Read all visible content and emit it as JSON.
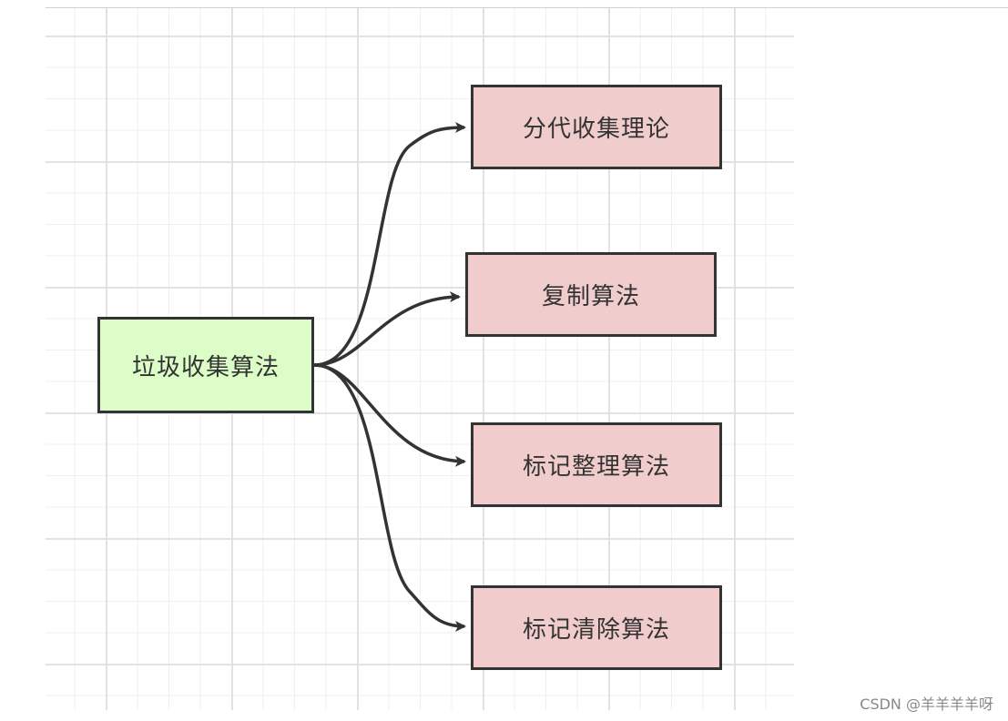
{
  "diagram": {
    "root": {
      "label": "垃圾收集算法",
      "fill": "#dcfdc8"
    },
    "children": [
      {
        "label": "分代收集理论",
        "fill": "#f0cccc"
      },
      {
        "label": "复制算法",
        "fill": "#f0cccc"
      },
      {
        "label": "标记整理算法",
        "fill": "#f0cccc"
      },
      {
        "label": "标记清除算法",
        "fill": "#f0cccc"
      }
    ],
    "edge_color": "#333333",
    "grid": true
  },
  "watermark": "CSDN @羊羊羊羊呀"
}
